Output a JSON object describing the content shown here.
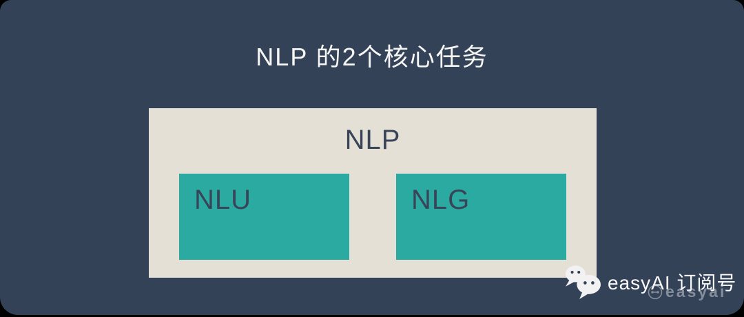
{
  "card": {
    "background_color": "#344258",
    "page_background": "#000000"
  },
  "title": {
    "text": "NLP 的2个核心任务",
    "color": "#f6f6f4"
  },
  "diagram": {
    "container": {
      "label": "NLP",
      "background_color": "#e5e0d6",
      "label_color": "#3a4459"
    },
    "children": [
      {
        "label": "NLU"
      },
      {
        "label": "NLG"
      }
    ],
    "child_background_color": "#2aaaa0",
    "child_label_color": "#3a4459"
  },
  "footer": {
    "icon": "wechat-icon",
    "brand_text": "easyAI 订阅号",
    "brand_text_color": "#fbfbfb",
    "watermark": {
      "icon": "robot-face-icon",
      "text": "easyai"
    }
  }
}
